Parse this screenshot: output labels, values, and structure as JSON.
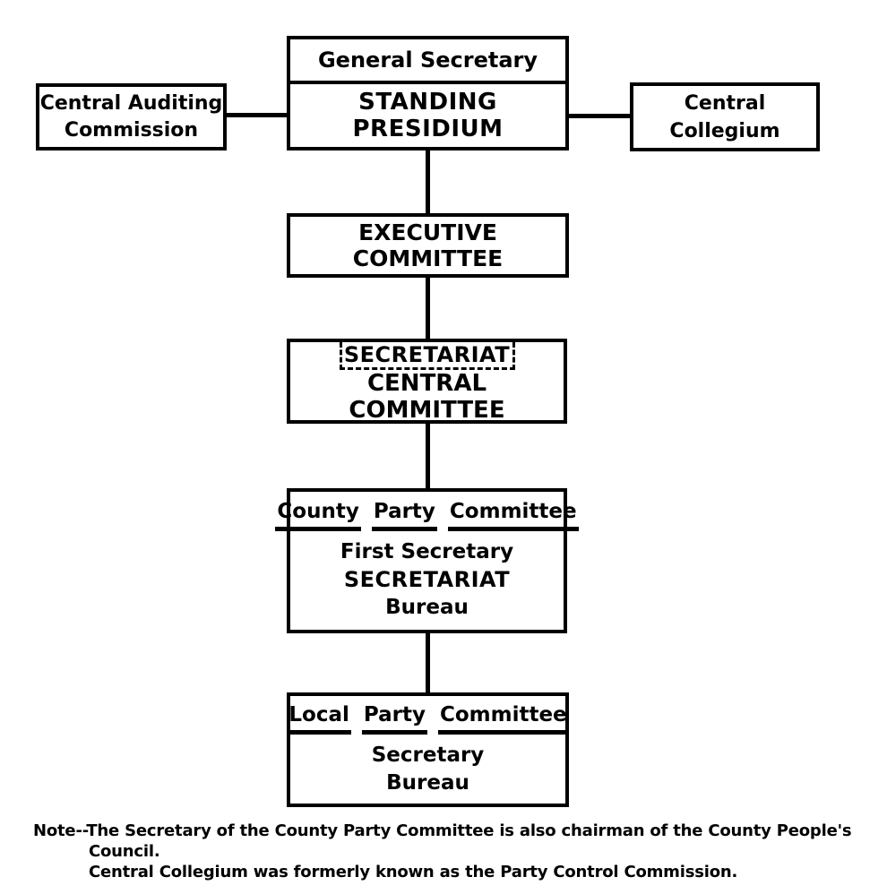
{
  "diagram": {
    "top_box": {
      "line1": "General Secretary",
      "line2": "STANDING PRESIDIUM"
    },
    "left_box": {
      "line1": "Central Auditing",
      "line2": "Commission"
    },
    "right_box": {
      "line1": "Central",
      "line2": "Collegium"
    },
    "executive_box": {
      "label": "EXECUTIVE COMMITTEE"
    },
    "central_committee_box": {
      "dashed_label": "SECRETARIAT",
      "label": "CENTRAL COMMITTEE"
    },
    "county_box": {
      "title_words": [
        "County",
        "Party",
        "Committee"
      ],
      "line1": "First Secretary",
      "line2": "SECRETARIAT",
      "line3": "Bureau"
    },
    "local_box": {
      "title_words": [
        "Local",
        "Party",
        "Committee"
      ],
      "line1": "Secretary",
      "line2": "Bureau"
    },
    "note": {
      "prefix": "Note--",
      "line1": "The Secretary of the County Party Committee is also chairman of the County People's",
      "line2": "Council.",
      "line3": "Central Collegium was formerly known as the Party Control Commission."
    },
    "colors": {
      "ink": "#000000",
      "paper": "#ffffff"
    }
  }
}
